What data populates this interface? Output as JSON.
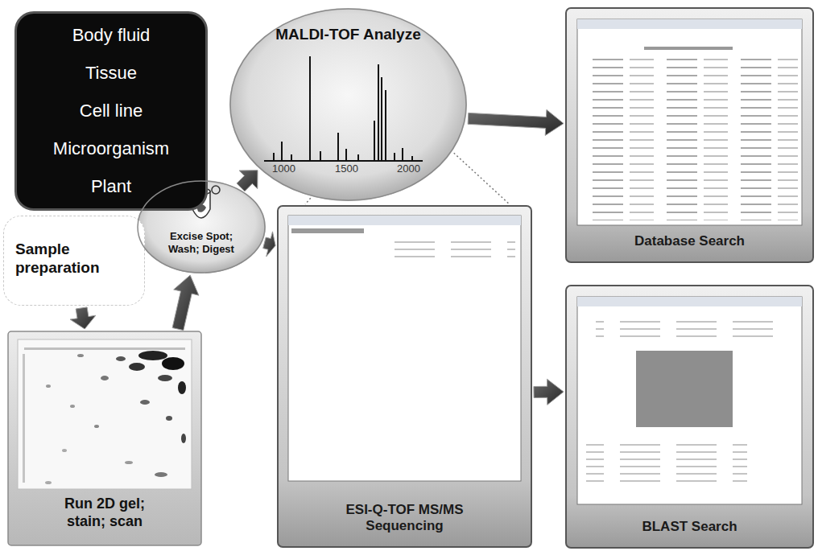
{
  "diagram": {
    "nodes": [
      {
        "text": [
          "Body fluid",
          "Tissue",
          "Cell line",
          "Microorganism",
          "Plant"
        ]
      },
      {
        "text": [
          "Sample preparation"
        ]
      },
      {
        "text": [
          "Run 2D gel; stain; scan"
        ]
      },
      {
        "text": [
          "Excise Spot; Wash; Digest"
        ]
      },
      {
        "text": [
          "MALDI-TOF Analyze"
        ]
      },
      {
        "text": [
          "ESI-Q-TOF MS/MS Sequencing"
        ]
      },
      {
        "text": [
          "Database Search"
        ]
      },
      {
        "text": [
          "BLAST Search"
        ]
      }
    ],
    "edges": [
      {
        "from": 1,
        "to": 2,
        "arrow": "to"
      },
      {
        "from": 2,
        "to": 3,
        "arrow": "to"
      },
      {
        "from": 3,
        "to": 4,
        "arrow": "to"
      },
      {
        "from": 3,
        "to": 5,
        "arrow": "to"
      },
      {
        "from": 4,
        "to": 6,
        "arrow": "to"
      },
      {
        "from": 5,
        "to": 7,
        "arrow": "to"
      },
      {
        "from": 4,
        "to": 5,
        "arrow": "none"
      },
      {
        "from": 4,
        "to": 5,
        "arrow": "none"
      }
    ],
    "labels": [
      "1000",
      "1500",
      "2000"
    ]
  }
}
